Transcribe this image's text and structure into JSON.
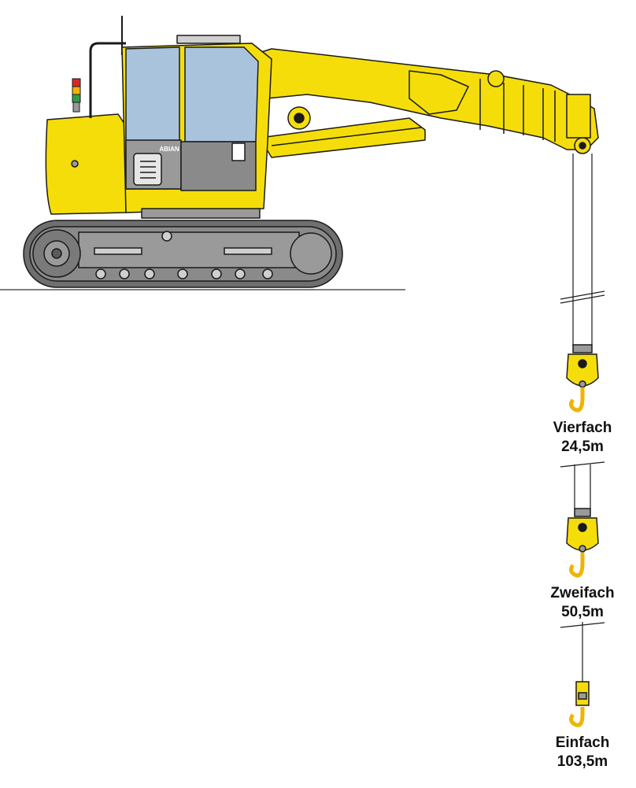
{
  "cab_badge": "ABIAN",
  "colors": {
    "body_yellow": "#f5dd0a",
    "glass_blue": "#a9c3dd",
    "track_gray": "#8a8a8a",
    "panel_gray": "#9a9a9a",
    "outline": "#1a1a1a",
    "beacon_red": "#d8262d",
    "beacon_amber": "#f0b400",
    "beacon_green": "#2e9e45"
  },
  "reeving": [
    {
      "label": "Vierfach",
      "height": "24,5m"
    },
    {
      "label": "Zweifach",
      "height": "50,5m"
    },
    {
      "label": "Einfach",
      "height": "103,5m"
    }
  ]
}
